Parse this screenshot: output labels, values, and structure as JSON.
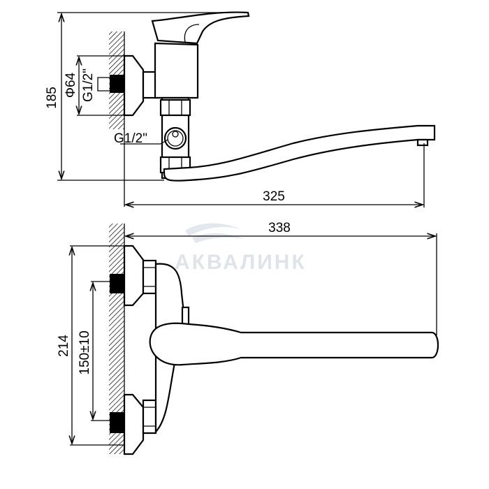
{
  "watermark": {
    "brand": "АКВАЛИНК",
    "color": "#dfe4ea"
  },
  "top_view": {
    "height_dim": "185",
    "flange_diameter": "Φ64",
    "wall_thread": "G1/2\"",
    "outlet_thread": "G1/2\"",
    "spout_reach": "325"
  },
  "side_view": {
    "overall_length": "338",
    "overall_height": "214",
    "inlet_spacing": "150±10"
  }
}
